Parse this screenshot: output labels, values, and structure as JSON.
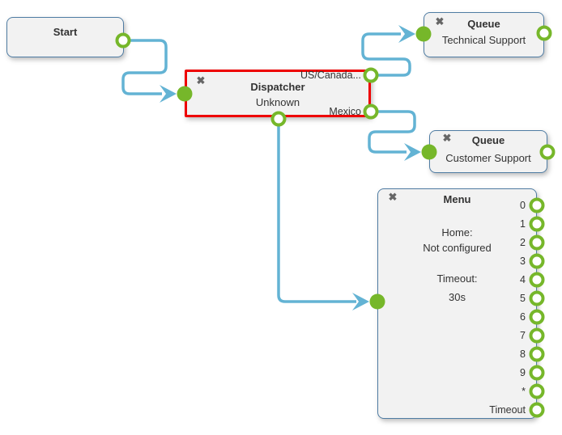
{
  "colors": {
    "background": "#ffffff",
    "node_fill": "#f2f2f2",
    "node_border": "#4f7ca3",
    "selected_border": "#ee0000",
    "port_green": "#76b72a",
    "wire_blue": "#63b3d4",
    "text": "#333333",
    "close_icon": "#666666"
  },
  "icons": {
    "close": "✖"
  },
  "nodes": {
    "start": {
      "title": "Start"
    },
    "dispatcher": {
      "title": "Dispatcher",
      "subtitle": "Unknown",
      "selected": true,
      "outputs": {
        "us_canada": "US/Canada...",
        "mexico": "Mexico"
      }
    },
    "queue_technical": {
      "title": "Queue",
      "subtitle": "Technical Support"
    },
    "queue_customer": {
      "title": "Queue",
      "subtitle": "Customer Support"
    },
    "menu": {
      "title": "Menu",
      "home_label": "Home:",
      "home_value": "Not configured",
      "timeout_label": "Timeout:",
      "timeout_value": "30s",
      "ports": [
        "0",
        "1",
        "2",
        "3",
        "4",
        "5",
        "6",
        "7",
        "8",
        "9",
        "*",
        "Timeout"
      ]
    }
  }
}
